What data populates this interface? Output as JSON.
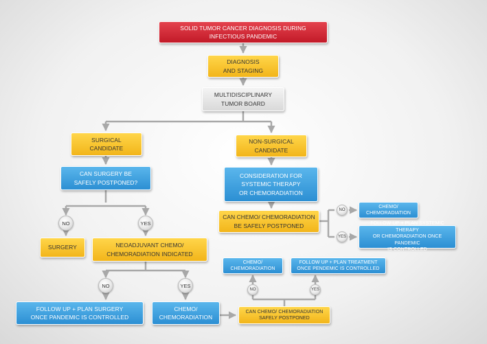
{
  "nodes": {
    "diagnosis_pandemic": "SOLID TUMOR CANCER DIAGNOSIS DURING\nINFECTIOUS PANDEMIC",
    "diagnosis_staging": "DIAGNOSIS\nAND STAGING",
    "tumor_board": "MULTIDISCIPLINARY\nTUMOR BOARD",
    "surgical_candidate": "SURGICAL\nCANDIDATE",
    "non_surgical_candidate": "NON-SURGICAL\nCANDIDATE",
    "can_surgery_postponed": "CAN SURGERY BE\nSAFELY POSTPONED?",
    "surgery": "SURGERY",
    "neoadjuvant": "NEOADJUVANT CHEMO/\nCHEMORADIATION INDICATED",
    "follow_up_surgery": "FOLLOW UP + PLAN SURGERY\nONCE PANDEMIC IS CONTROLLED",
    "chemo_bottom": "CHEMO/\nCHEMORADIATION",
    "can_chemo_postponed_bottom": "CAN CHEMO/ CHEMORADIATION\nSAFELY POSTPONED",
    "chemo_mid": "CHEMO/\nCHEMORADIATION",
    "follow_up_treatment": "FOLLOW UP + PLAN TREATMENT\nONCE PENDEMIC IS CONTROLLED",
    "consideration_systemic": "CONSIDERATION FOR\nSYSTEMIC THERAPY\nOR CHEMORADIATION",
    "can_chemo_postponed_right": "CAN CHEMO/ CHEMORADIATION\nBE SAFELY POSTPONED",
    "chemo_right": "CHEMO/\nCHEMORADIATION",
    "follow_up_systemic": "FOLLOW UP + PLAN SYSTEMIC THERAPY\nOR CHEMORADIATION ONCE PANDEMIC\nIS CONTROLLED"
  },
  "decisions": {
    "no": "NO",
    "yes": "YES"
  },
  "colors": {
    "red": "#c21a28",
    "yellow": "#f2b51a",
    "blue": "#2c8fd3",
    "gray": "#d9d9d9",
    "connector": "#a8a8a8"
  }
}
